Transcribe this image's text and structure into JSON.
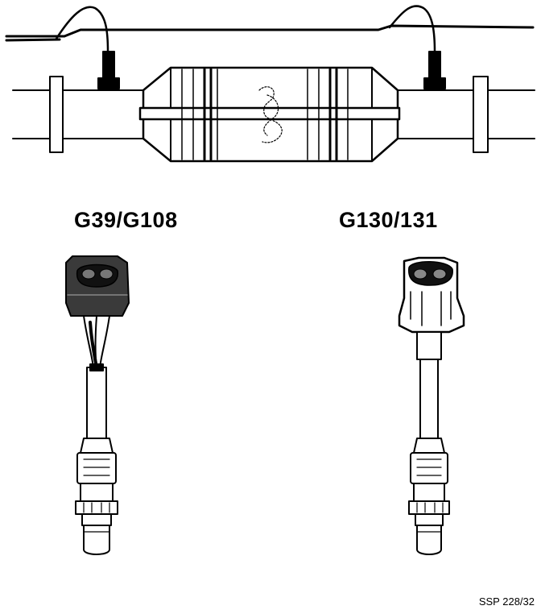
{
  "labels": {
    "upstream_sensor": "G39/G108",
    "downstream_sensor": "G130/131"
  },
  "figure_ref": "SSP 228/32",
  "colors": {
    "ink": "#000000",
    "paper": "#ffffff"
  },
  "icons": {
    "upstream": "lambda-sensor-probe-icon",
    "downstream": "lambda-sensor-probe-icon",
    "catalyst": "catalytic-converter-icon"
  }
}
